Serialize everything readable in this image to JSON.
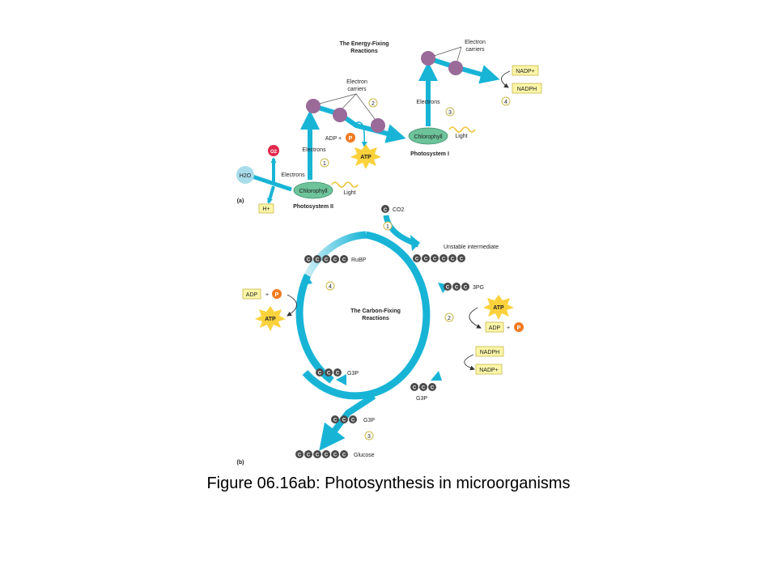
{
  "caption": "Figure 06.16ab: Photosynthesis in microorganisms",
  "colors": {
    "arrow": "#18b4d6",
    "arrow_light": "#c8ecf6",
    "carrier": "#9a6a98",
    "chlorophyll": "#6dc39a",
    "atp_star": "#fbd23c",
    "phosphate": "#f07a20",
    "o2": "#e0284a",
    "box_fill": "#fdf6a8",
    "carbon": "#4a4a4a"
  },
  "panel_a": {
    "panel_label": "(a)",
    "title_line1": "The Energy-Fixing",
    "title_line2": "Reactions",
    "h2o": "H2O",
    "o2": "O2",
    "h_plus": "H+",
    "electrons_1": "Electrons",
    "electrons_2": "Electrons",
    "electrons_3": "Electrons",
    "ec_label_1a": "Electron",
    "ec_label_1b": "carriers",
    "ec_label_2a": "Electron",
    "ec_label_2b": "carriers",
    "chlorophyll_ii": "Chlorophyll",
    "chlorophyll_i": "Chlorophyll",
    "light_ii": "Light",
    "light_i": "Light",
    "ps2": "Photosystem II",
    "ps1": "Photosystem I",
    "adp_plus": "ADP +",
    "p": "P",
    "atp": "ATP",
    "nadp_plus": "NADP+",
    "nadph": "NADPH",
    "step1": "1",
    "step2": "2",
    "step3": "3",
    "step4": "4"
  },
  "panel_b": {
    "panel_label": "(b)",
    "title_line1": "The Carbon-Fixing",
    "title_line2": "Reactions",
    "co2": "CO2",
    "c": "C",
    "unstable": "Unstable intermediate",
    "pg3": "3PG",
    "rubp": "RuBP",
    "g3p_left": "G3P",
    "g3p_right": "G3P",
    "g3p_out": "G3P",
    "glucose": "Glucose",
    "atp_right": "ATP",
    "adp_right": "ADP",
    "p_right": "P",
    "nadph": "NADPH",
    "nadp_plus": "NADP+",
    "adp_left": "ADP",
    "p_left": "P",
    "atp_left": "ATP",
    "plus": "+",
    "step1": "1",
    "step2": "2",
    "step3": "3",
    "step4": "4"
  }
}
